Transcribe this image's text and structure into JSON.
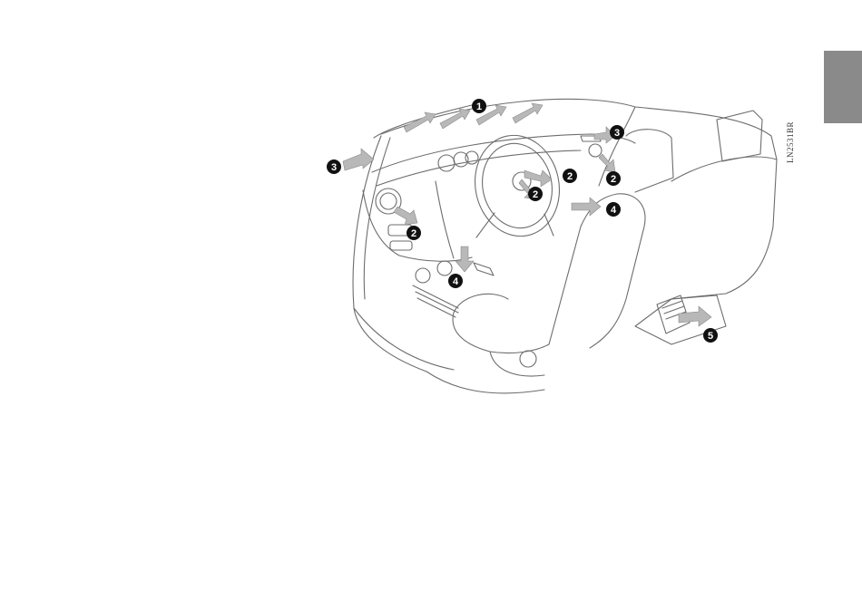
{
  "figure": {
    "code": "LN2531BR",
    "callouts": [
      {
        "id": "c1",
        "number": "1"
      },
      {
        "id": "c2a",
        "number": "2"
      },
      {
        "id": "c2b",
        "number": "2"
      },
      {
        "id": "c2c",
        "number": "2"
      },
      {
        "id": "c2d",
        "number": "2"
      },
      {
        "id": "c3a",
        "number": "3"
      },
      {
        "id": "c3b",
        "number": "3"
      },
      {
        "id": "c4a",
        "number": "4"
      },
      {
        "id": "c4b",
        "number": "4"
      },
      {
        "id": "c5",
        "number": "5"
      }
    ]
  },
  "colors": {
    "tab": "#8a8a8a",
    "line": "#6d6d6d",
    "arrow": "#b8b8b8",
    "callout": "#111111"
  }
}
